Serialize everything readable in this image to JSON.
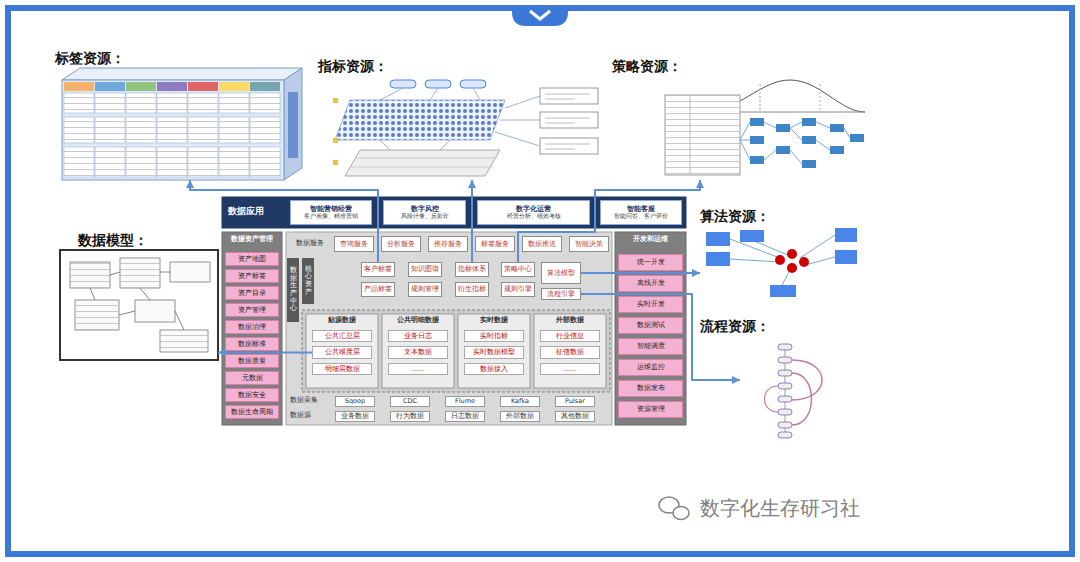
{
  "diagram": {
    "nodes": [
      {
        "text": [
          "标签资源："
        ]
      },
      {
        "text": [
          "指标资源："
        ]
      },
      {
        "text": [
          "策略资源："
        ]
      },
      {
        "text": [
          "数据模型："
        ]
      },
      {
        "text": [
          "算法资源："
        ]
      },
      {
        "text": [
          "流程资源："
        ]
      },
      {
        "text": [
          "数据应用"
        ]
      },
      {
        "text": [
          "智能营销经营",
          "客户画像、精准营销"
        ],
        "in": 6
      },
      {
        "text": [
          "数字风控",
          "风险计量、反欺诈"
        ],
        "in": 6
      },
      {
        "text": [
          "数字化运营",
          "经营分析、绩效考核"
        ],
        "in": 6
      },
      {
        "text": [
          "智能客服",
          "智能问答、客户评价"
        ],
        "in": 6
      },
      {
        "text": [
          "数据资产管理"
        ]
      },
      {
        "text": [
          "资产地图"
        ],
        "in": 11
      },
      {
        "text": [
          "资产标签"
        ],
        "in": 11
      },
      {
        "text": [
          "资产目录"
        ],
        "in": 11
      },
      {
        "text": [
          "资产管理"
        ],
        "in": 11
      },
      {
        "text": [
          "数据治理"
        ],
        "in": 11
      },
      {
        "text": [
          "数据标准"
        ],
        "in": 11
      },
      {
        "text": [
          "数据质量"
        ],
        "in": 11
      },
      {
        "text": [
          "元数据"
        ],
        "in": 11
      },
      {
        "text": [
          "数据安全"
        ],
        "in": 11
      },
      {
        "text": [
          "数据生命周期"
        ],
        "in": 11
      },
      {
        "text": [
          "查询服务"
        ]
      },
      {
        "text": [
          "分析服务"
        ]
      },
      {
        "text": [
          "推荐服务"
        ]
      },
      {
        "text": [
          "标签服务"
        ]
      },
      {
        "text": [
          "数据推送"
        ]
      },
      {
        "text": [
          "智能决策"
        ]
      },
      {
        "text": [
          "数据生产中心"
        ]
      },
      {
        "text": [
          "核心资产"
        ]
      },
      {
        "text": [
          "客户标签"
        ]
      },
      {
        "text": [
          "产品标签"
        ]
      },
      {
        "text": [
          "知识图谱"
        ]
      },
      {
        "text": [
          "规则管理"
        ]
      },
      {
        "text": [
          "指标体系"
        ]
      },
      {
        "text": [
          "衍生指标"
        ]
      },
      {
        "text": [
          "策略中心"
        ]
      },
      {
        "text": [
          "规则引擎"
        ]
      },
      {
        "text": [
          "算法模型"
        ]
      },
      {
        "text": [
          "流程引擎"
        ]
      },
      {
        "text": [
          "贴源数据"
        ]
      },
      {
        "text": [
          "公共汇总层"
        ],
        "in": 40
      },
      {
        "text": [
          "公共维度层"
        ],
        "in": 40
      },
      {
        "text": [
          "明细层数据"
        ],
        "in": 40
      },
      {
        "text": [
          "公共明细数据"
        ]
      },
      {
        "text": [
          "业务日志"
        ],
        "in": 44
      },
      {
        "text": [
          "文本数据"
        ],
        "in": 44
      },
      {
        "text": [
          "……"
        ],
        "in": 44
      },
      {
        "text": [
          "实时数据"
        ]
      },
      {
        "text": [
          "实时指标"
        ],
        "in": 48
      },
      {
        "text": [
          "实时数据模型"
        ],
        "in": 48
      },
      {
        "text": [
          "数据接入"
        ],
        "in": 48
      },
      {
        "text": [
          "外部数据"
        ]
      },
      {
        "text": [
          "行业信息"
        ],
        "in": 52
      },
      {
        "text": [
          "征信数据"
        ],
        "in": 52
      },
      {
        "text": [
          "……"
        ],
        "in": 52
      },
      {
        "text": [
          "Sqoop"
        ]
      },
      {
        "text": [
          "CDC"
        ]
      },
      {
        "text": [
          "Flume"
        ]
      },
      {
        "text": [
          "Kafka"
        ]
      },
      {
        "text": [
          "Pulsar"
        ]
      },
      {
        "text": [
          "业务数据"
        ]
      },
      {
        "text": [
          "行为数据"
        ]
      },
      {
        "text": [
          "日志数据"
        ]
      },
      {
        "text": [
          "外部数据"
        ]
      },
      {
        "text": [
          "其他数据"
        ]
      },
      {
        "text": [
          "开发和运维"
        ]
      },
      {
        "text": [
          "统一开发"
        ],
        "in": 66
      },
      {
        "text": [
          "离线开发"
        ],
        "in": 66
      },
      {
        "text": [
          "实时开发"
        ],
        "in": 66
      },
      {
        "text": [
          "数据测试"
        ],
        "in": 66
      },
      {
        "text": [
          "智能调度"
        ],
        "in": 66
      },
      {
        "text": [
          "运维监控"
        ],
        "in": 66
      },
      {
        "text": [
          "数据发布"
        ],
        "in": 66
      },
      {
        "text": [
          "资源管理"
        ],
        "in": 66
      }
    ],
    "edges": [
      {
        "from": 30,
        "to": 0,
        "arrow": "to"
      },
      {
        "from": 34,
        "to": 1,
        "arrow": "to"
      },
      {
        "from": 36,
        "to": 2,
        "arrow": "to"
      },
      {
        "from": 38,
        "to": 4,
        "arrow": "to"
      },
      {
        "from": 39,
        "to": 5,
        "arrow": "to"
      },
      {
        "from": 42,
        "to": 3,
        "arrow": "to"
      }
    ],
    "labels": [
      "数据服务",
      "数据采集",
      "数据源",
      "数字化生存研习社"
    ]
  }
}
